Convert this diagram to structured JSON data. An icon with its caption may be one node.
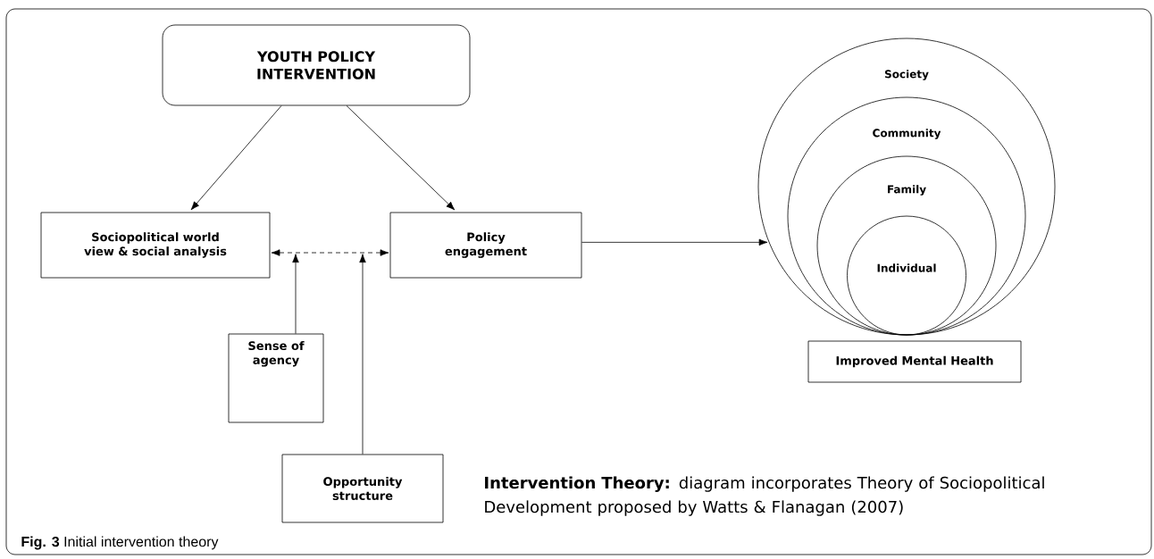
{
  "diagram": {
    "caption": "**Fig. 3** Initial intervention theory",
    "nodes": [
      {
        "text": [
          "YOUTH POLICY INTERVENTION"
        ]
      },
      {
        "text": [
          "Sociopolitical world view & social analysis"
        ]
      },
      {
        "text": [
          "Policy engagement"
        ]
      },
      {
        "text": [
          "Sense of agency"
        ]
      },
      {
        "text": [
          "Opportunity structure"
        ]
      },
      {
        "text": [
          "Society"
        ]
      },
      {
        "text": [
          "Community"
        ],
        "in": 5
      },
      {
        "text": [
          "Family"
        ],
        "in": 6
      },
      {
        "text": [
          "Individual"
        ],
        "in": 7
      },
      {
        "text": [
          "Improved Mental Health"
        ]
      }
    ],
    "edges": [
      {
        "from": 0,
        "to": 1,
        "arrow": "to"
      },
      {
        "from": 0,
        "to": 2,
        "arrow": "to"
      },
      {
        "from": 1,
        "to": 2,
        "arrow": "both",
        "style": "dashed"
      },
      {
        "from": 3,
        "to": null,
        "arrow": "to"
      },
      {
        "from": 4,
        "to": null,
        "arrow": "to"
      },
      {
        "from": 2,
        "to": 5,
        "arrow": "to"
      }
    ],
    "labels": [
      "**Intervention Theory:** diagram incorporates Theory of Sociopolitical Development proposed by Watts & Flanagan (2007)"
    ]
  }
}
